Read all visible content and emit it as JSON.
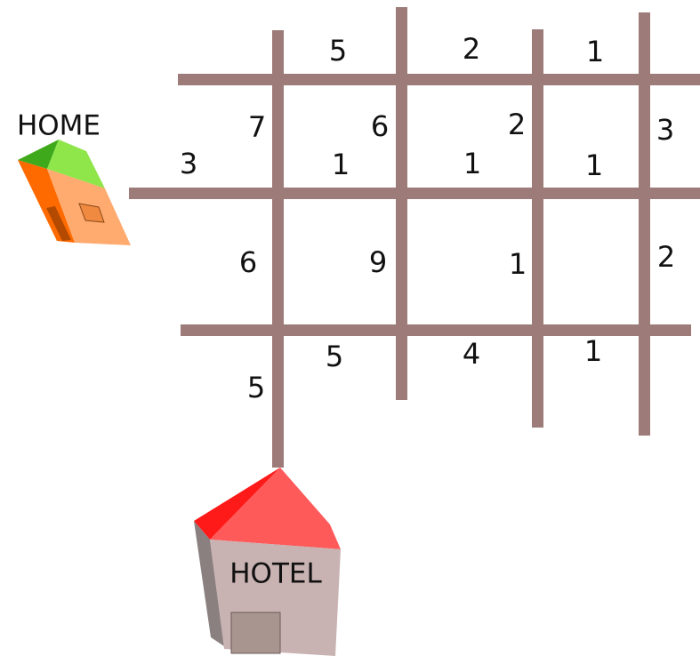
{
  "home": {
    "label": "HOME",
    "roof_colors": [
      "#3fa91c",
      "#8ee64a"
    ],
    "wall_colors": [
      "#ff6a00",
      "#ffaa6e"
    ]
  },
  "hotel": {
    "label": "HOTEL",
    "roof_colors": [
      "#ff1a1a",
      "#ff5a5a"
    ],
    "wall_colors": [
      "#8a8080",
      "#c9b2b2"
    ]
  },
  "road_color": "#9c7b78",
  "edge_weights": {
    "top_left": "5",
    "top_mid": "2",
    "top_right": "1",
    "home_road": "3",
    "upper_v1": "7",
    "upper_v2": "6",
    "upper_v3": "2",
    "upper_v4": "3",
    "mid_h1": "1",
    "mid_h2": "1",
    "mid_h3": "1",
    "lower_v1": "6",
    "lower_v2": "9",
    "lower_v3": "1",
    "lower_v4": "2",
    "bottom_h1": "5",
    "bottom_h2": "4",
    "bottom_h3": "1",
    "hotel_road": "5"
  }
}
